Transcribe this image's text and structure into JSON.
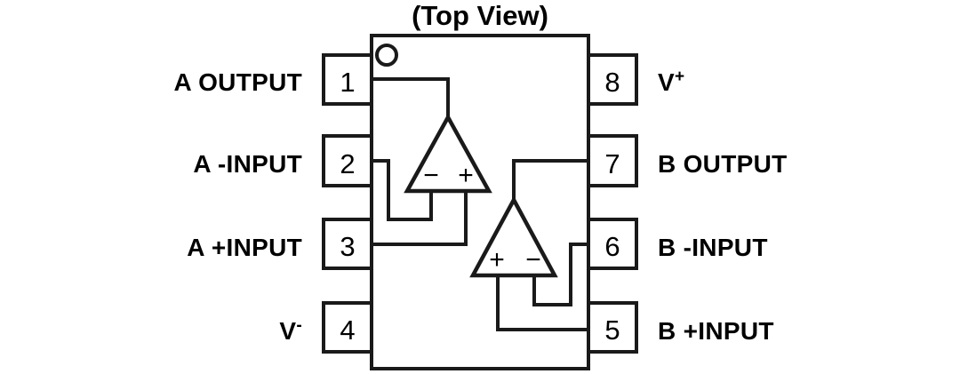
{
  "diagram": {
    "title": "(Top View)",
    "kind": "dual-op-amp-dip8-pinout",
    "ink_color": "#1a1a1a",
    "background_color": "#ffffff"
  },
  "package": {
    "notch_marker": "pin-1-dot",
    "pin_count": 8
  },
  "pins_left": [
    {
      "number": "1",
      "label": "A OUTPUT",
      "sup": ""
    },
    {
      "number": "2",
      "label": "A -INPUT",
      "sup": ""
    },
    {
      "number": "3",
      "label": "A +INPUT",
      "sup": ""
    },
    {
      "number": "4",
      "label": "V",
      "sup": "-"
    }
  ],
  "pins_right": [
    {
      "number": "8",
      "label": "V",
      "sup": "+"
    },
    {
      "number": "7",
      "label": "B OUTPUT",
      "sup": ""
    },
    {
      "number": "6",
      "label": "B -INPUT",
      "sup": ""
    },
    {
      "number": "5",
      "label": "B +INPUT",
      "sup": ""
    }
  ],
  "amplifier_a": {
    "name": "A",
    "minus_sign": "−",
    "plus_sign": "+",
    "orientation": "minus-left-plus-right"
  },
  "amplifier_b": {
    "name": "B",
    "plus_sign": "+",
    "minus_sign": "−",
    "orientation": "plus-left-minus-right"
  }
}
